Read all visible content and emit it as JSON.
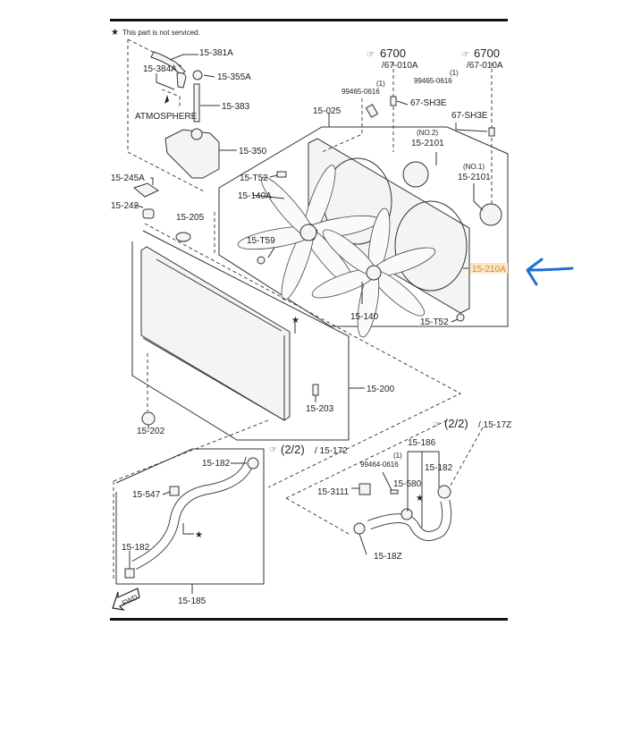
{
  "note": {
    "star": "★",
    "text": "This part is not serviced."
  },
  "labels": {
    "p15_381A": "15-381A",
    "p15_384A": "15-384A",
    "p15_355A": "15-355A",
    "p15_383": "15-383",
    "atmosphere": "ATMOSPHERE",
    "p15_350": "15-350",
    "p15_245A": "15-245A",
    "p15_242": "15-242",
    "p15_205": "15-205",
    "ref1_num": "6700",
    "ref1_sub": "/67-010A",
    "ref2_num": "6700",
    "ref2_sub": "/67-010A",
    "qty1": "(1)",
    "bolt1": "99465-0616",
    "qty2": "(1)",
    "bolt2": "99465-0616",
    "sh3e_1": "67-SH3E",
    "sh3e_2": "67-SH3E",
    "p15_025": "15-025",
    "no2": "(NO.2)",
    "motor2": "15-2101",
    "no1": "(NO.1)",
    "motor1": "15-2101",
    "t52_a": "15-T52",
    "p15_140A": "15-140A",
    "t59": "15-T59",
    "p15_210A": "15-210A",
    "p15_140": "15-140",
    "t52_b": "15-T52",
    "p15_200": "15-200",
    "p15_203": "15-203",
    "p15_202": "15-202",
    "ref3_num": "(2/2)",
    "ref3_sub": "/ 15-17Z",
    "p15_186": "15-186",
    "ref4_num": "(2/2)",
    "ref4_sub": "/ 15-172",
    "p15_182_a": "15-182",
    "qty3": "(1)",
    "bolt3": "99464-0616",
    "p15_182_b": "15-182",
    "p15_580": "15-580",
    "p15_3111": "15-3111",
    "p15_547": "15-547",
    "p15_182_c": "15-182",
    "p15_18Z": "15-18Z",
    "p15_185": "15-185",
    "fwd": "FWD",
    "star": "★"
  },
  "colors": {
    "highlight": "#e8a44a",
    "annotation_arrow": "#1f6fd6"
  }
}
